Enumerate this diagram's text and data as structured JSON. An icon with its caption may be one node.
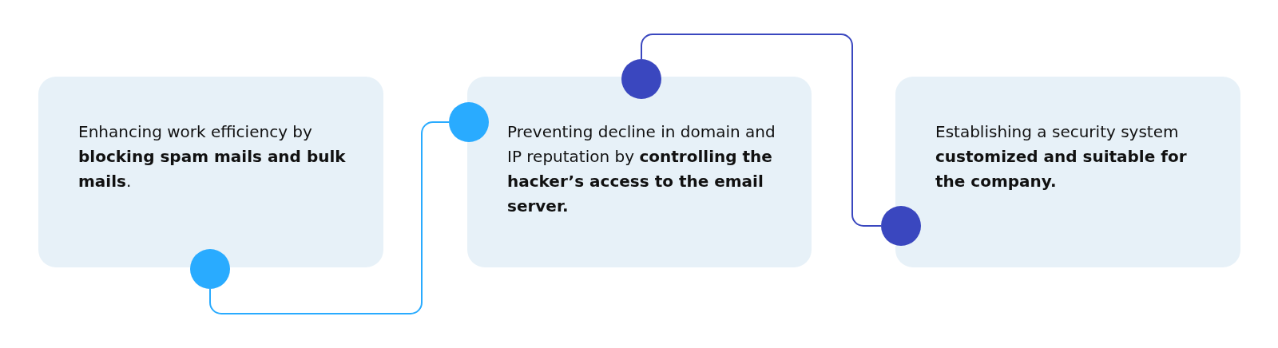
{
  "diagram": {
    "nodes": [
      {
        "text": [
          "Enhancing work efficiency by **blocking spam mails and bulk mails**."
        ]
      },
      {
        "text": [
          "Preventing decline in domain and IP reputation by **controlling the hacker’s access to the email server.**"
        ]
      },
      {
        "text": [
          "Establishing a security system **customized and suitable for the company.**"
        ]
      },
      {
        "text": [],
        "shape": "circle"
      },
      {
        "text": [],
        "shape": "circle"
      },
      {
        "text": [],
        "shape": "circle"
      },
      {
        "text": [],
        "shape": "circle"
      }
    ],
    "edges": [
      {
        "from": 3,
        "to": 4,
        "arrow": "none",
        "color": "#29abff"
      },
      {
        "from": 5,
        "to": 6,
        "arrow": "none",
        "color": "#3a47bf"
      }
    ]
  }
}
